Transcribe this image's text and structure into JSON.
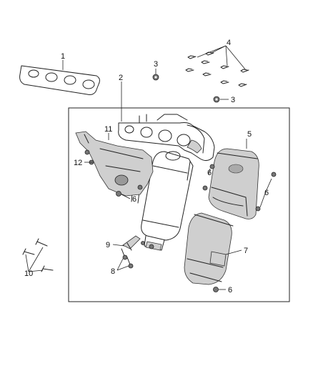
{
  "callouts": {
    "c1": "1",
    "c2": "2",
    "c3a": "3",
    "c3b": "3",
    "c4": "4",
    "c5": "5",
    "c6a": "6",
    "c6b": "6",
    "c6c": "6",
    "c6d": "6",
    "c7": "7",
    "c8": "8",
    "c9": "9",
    "c10": "10",
    "c11": "11",
    "c12": "12"
  }
}
